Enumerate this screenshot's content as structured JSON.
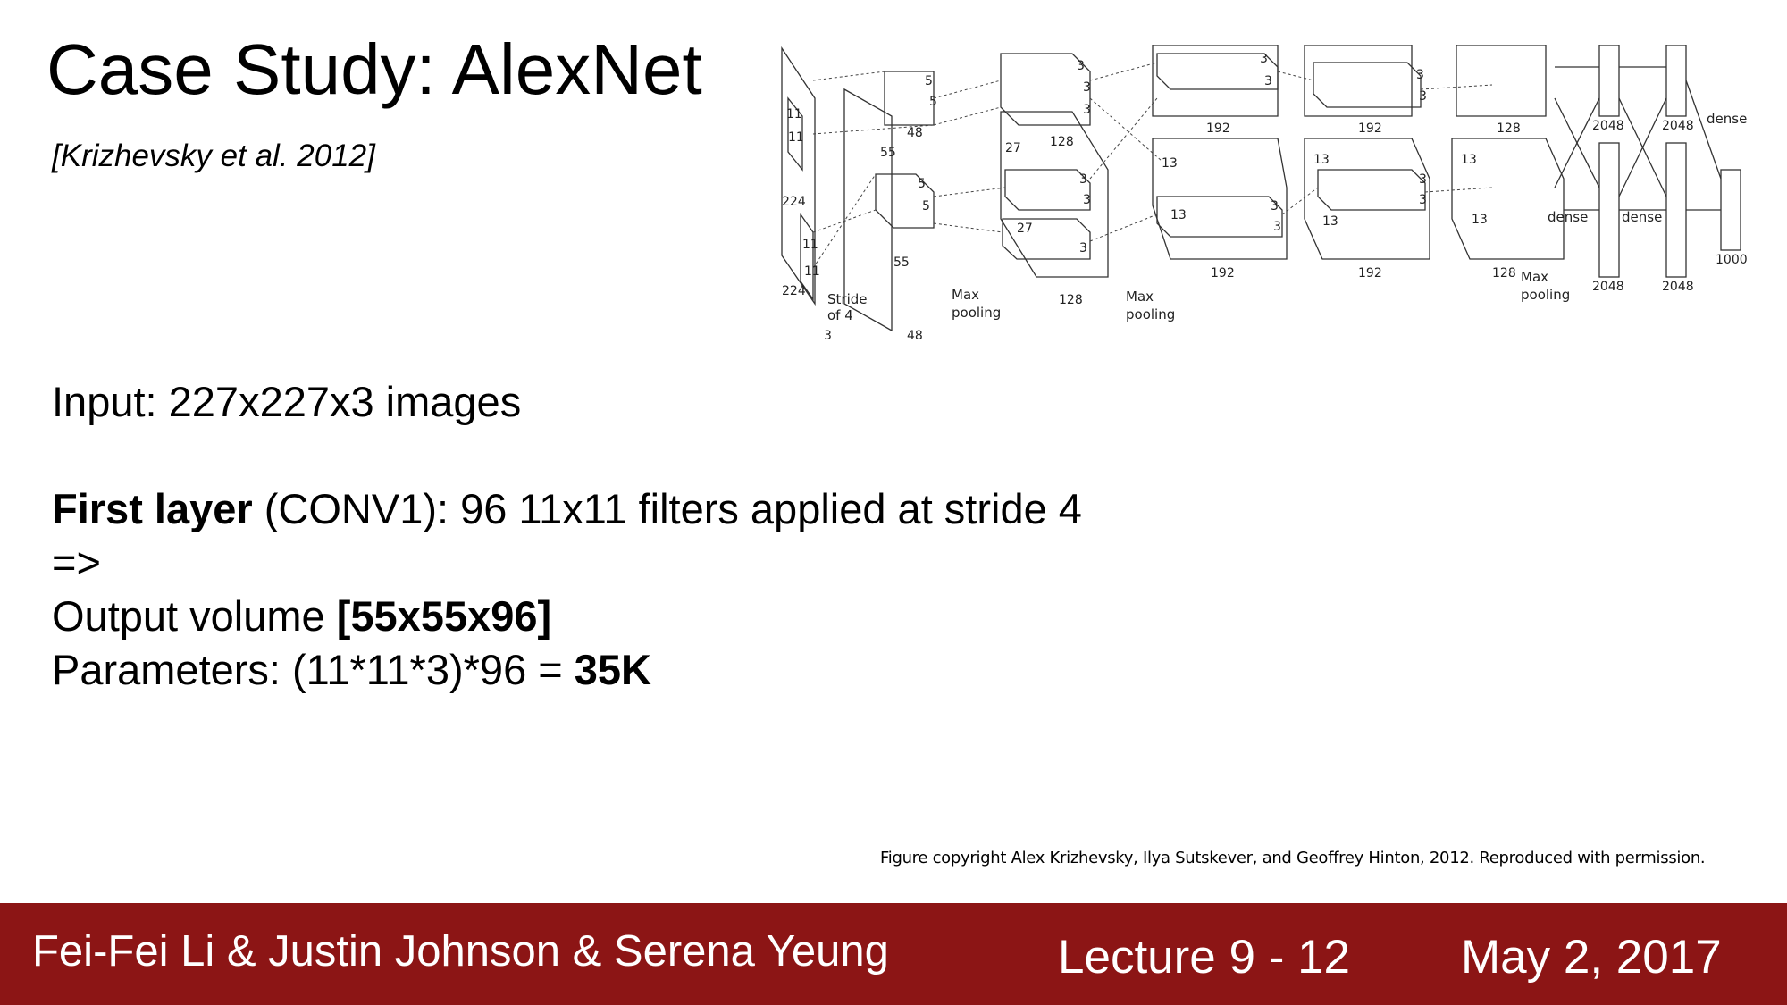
{
  "slide": {
    "title": "Case Study: AlexNet",
    "citation": "[Krizhevsky et al. 2012]",
    "input_line": "Input: 227x227x3 images",
    "first_layer_bold": "First layer",
    "first_layer_rest": " (CONV1): 96 11x11 filters applied at stride 4",
    "arrow": "=>",
    "output_prefix": "Output volume ",
    "output_value": "[55x55x96]",
    "params_prefix": "Parameters: (11*11*3)*96 = ",
    "params_value": "35K",
    "figure_copyright": "Figure copyright Alex Krizhevsky, Ilya Sutskever, and Geoffrey Hinton, 2012. Reproduced with permission."
  },
  "figure": {
    "labels": {
      "input_224a": "224",
      "input_224b": "224",
      "input_3": "3",
      "k11a": "11",
      "k11b": "11",
      "k11c": "11",
      "k11d": "11",
      "stride1": "Stride",
      "stride2": "of 4",
      "c1_55a": "55",
      "c1_55b": "55",
      "c1_48a": "48",
      "c1_48b": "48",
      "k5a": "5",
      "k5b": "5",
      "k5c": "5",
      "k5d": "5",
      "mp1a": "Max",
      "mp1b": "pooling",
      "c2_27a": "27",
      "c2_27b": "27",
      "c2_128a": "128",
      "c2_128b": "128",
      "k3a": "3",
      "k3b": "3",
      "k3c": "3",
      "k3d": "3",
      "k3e": "3",
      "k3f": "3",
      "mp2a": "Max",
      "mp2b": "pooling",
      "c3_13a": "13",
      "c3_13b": "13",
      "c3_192a": "192",
      "c3_192b": "192",
      "k3g": "3",
      "k3h": "3",
      "k3i": "3",
      "k3j": "3",
      "c4_13a": "13",
      "c4_13b": "13",
      "c4_192a": "192",
      "c4_192b": "192",
      "k3k": "3",
      "k3l": "3",
      "k3m": "3",
      "k3n": "3",
      "c5_13a": "13",
      "c5_13b": "13",
      "c5_128a": "128",
      "c5_128b": "128",
      "mp3a": "Max",
      "mp3b": "pooling",
      "dense1": "dense",
      "dense2": "dense",
      "dense3": "dense",
      "fc_2048a": "2048",
      "fc_2048b": "2048",
      "fc_2048c": "2048",
      "fc_2048d": "2048",
      "out_1000": "1000"
    }
  },
  "footer": {
    "authors": "Fei-Fei Li & Justin Johnson & Serena Yeung",
    "lecture": "Lecture 9 - 12",
    "date": "May 2, 2017"
  }
}
